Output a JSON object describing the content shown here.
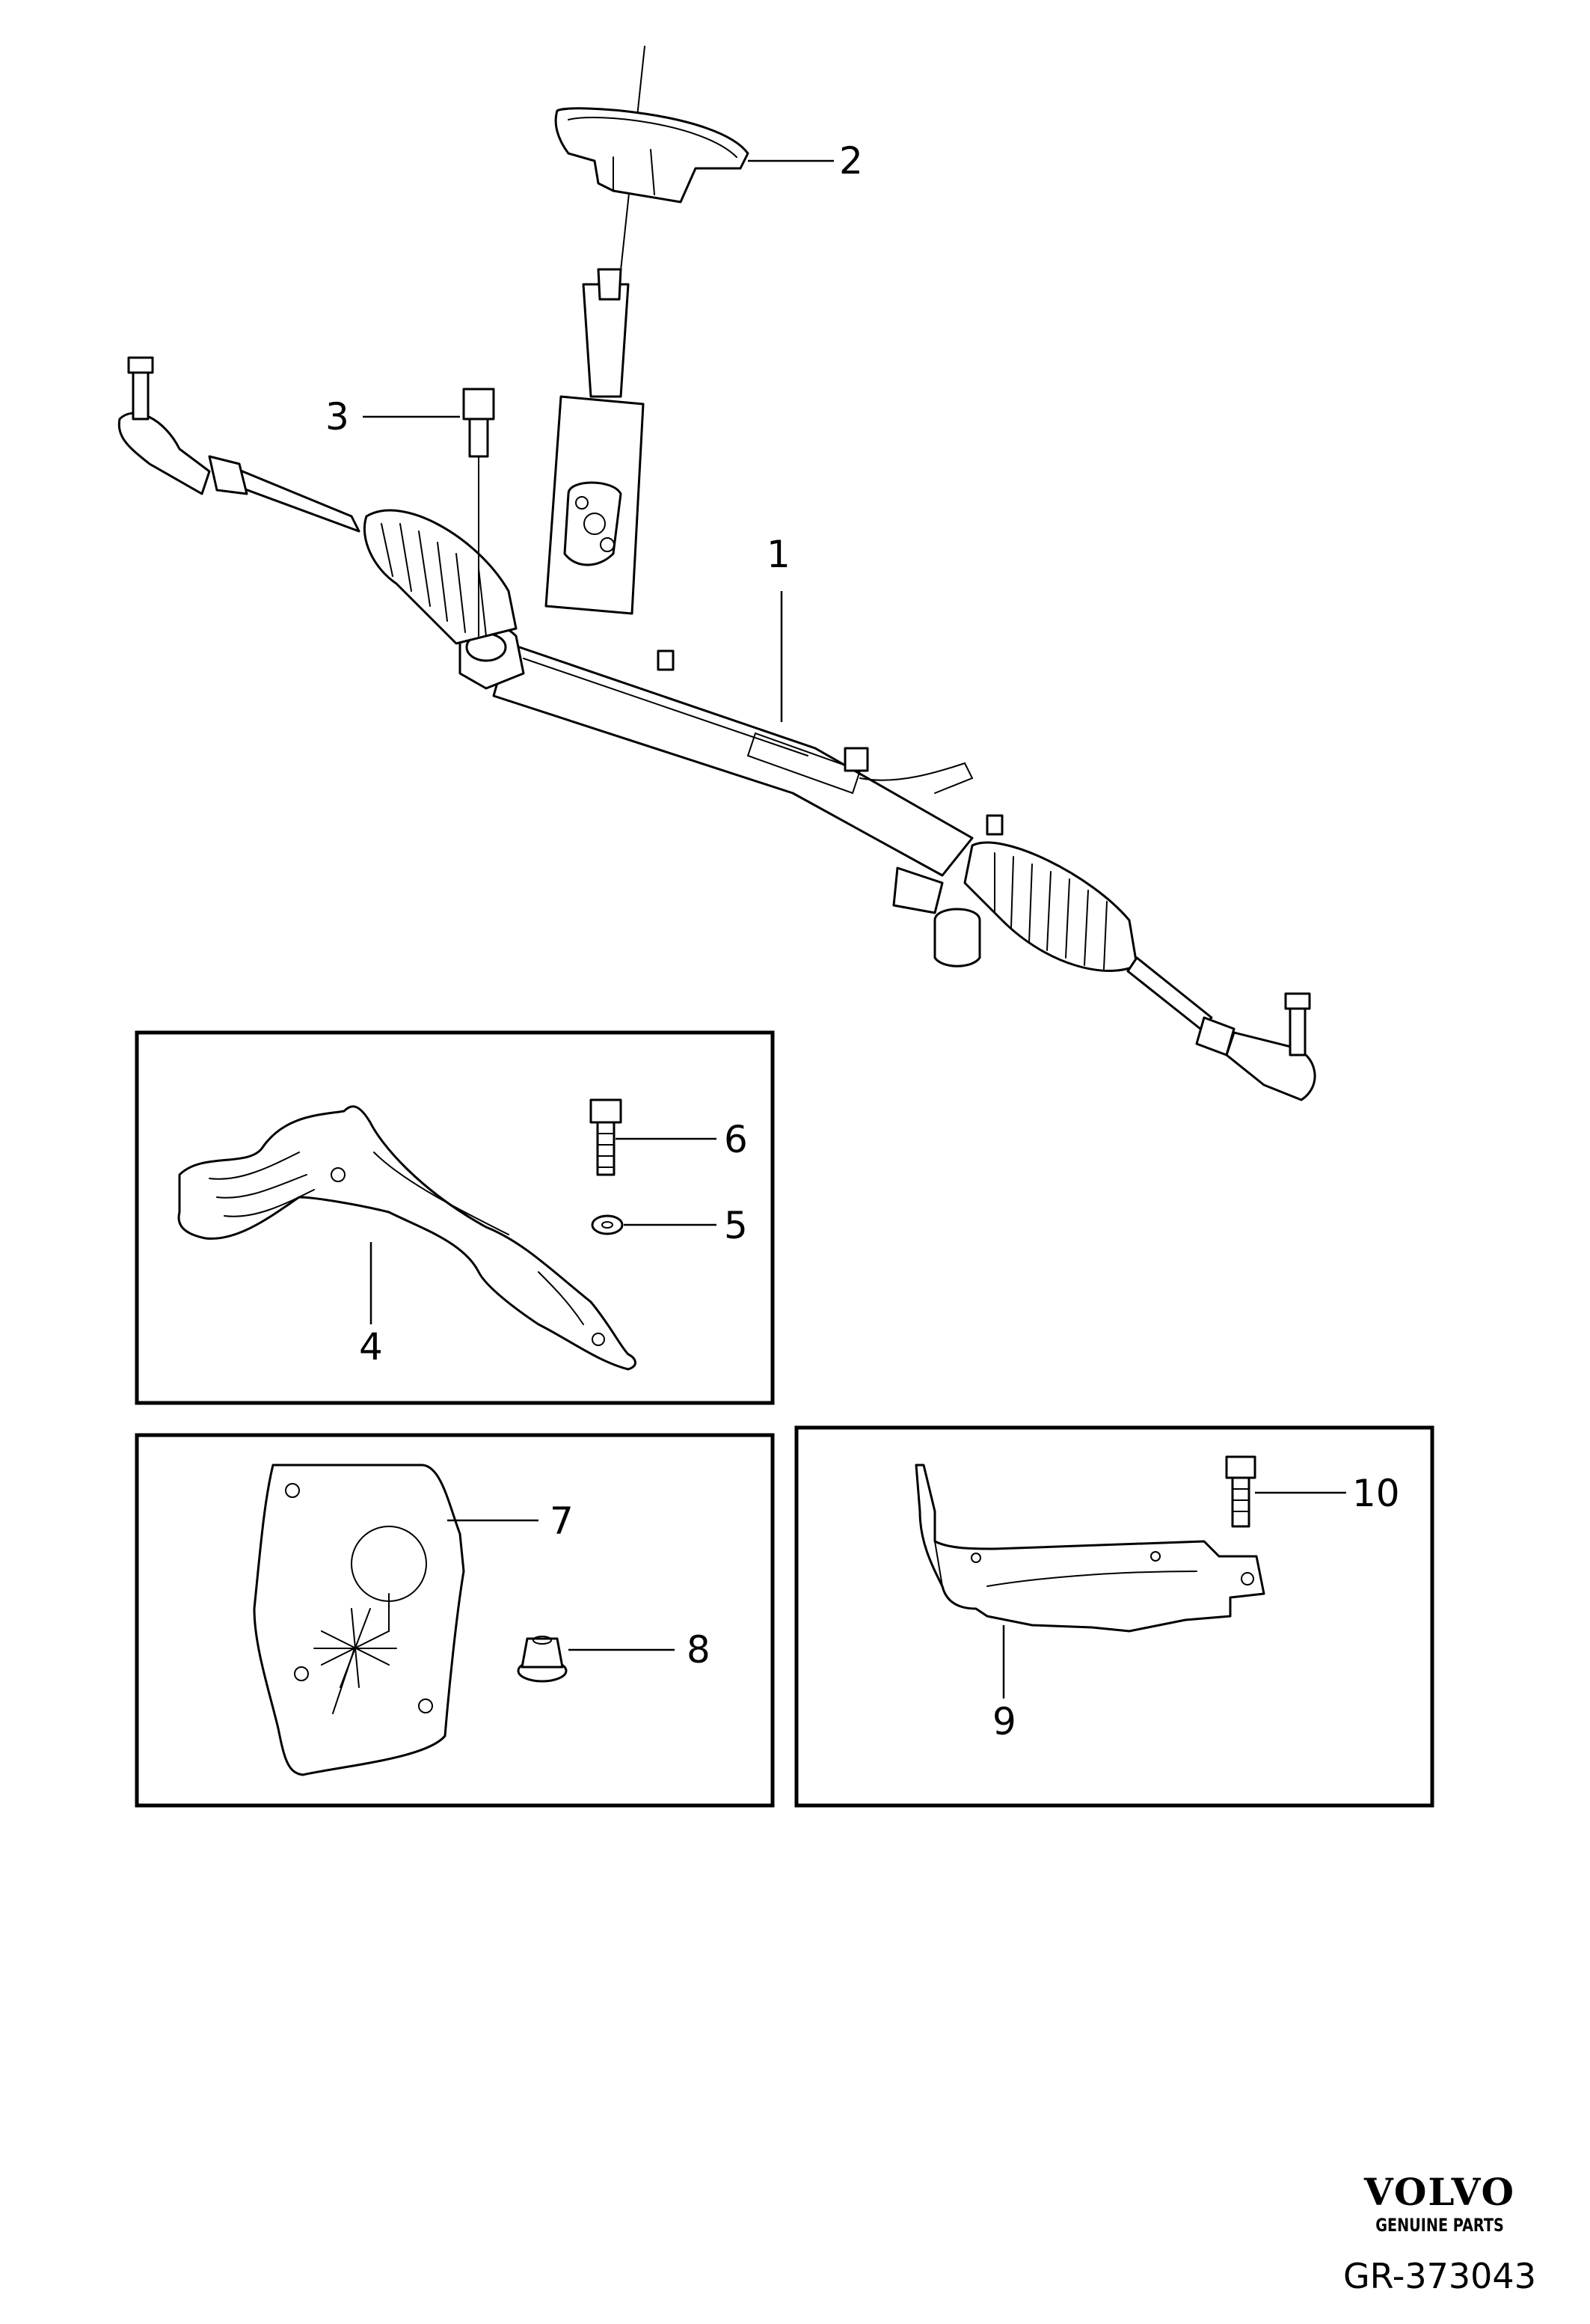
{
  "callouts": {
    "c1": "1",
    "c2": "2",
    "c3": "3",
    "c4": "4",
    "c5": "5",
    "c6": "6",
    "c7": "7",
    "c8": "8",
    "c9": "9",
    "c10": "10"
  },
  "brand": {
    "logo": "VOLVO",
    "tagline": "GENUINE PARTS"
  },
  "drawing_number": "GR-373043",
  "colors": {
    "line": "#000000",
    "background": "#ffffff"
  }
}
